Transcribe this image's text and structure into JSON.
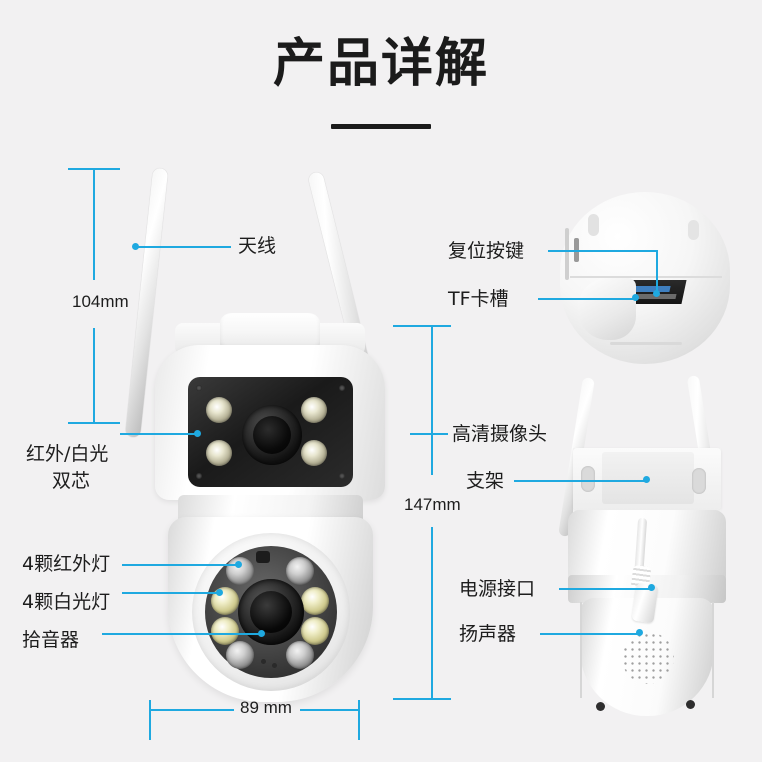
{
  "page": {
    "title": "产品详解",
    "background_color": "#f2f1f2",
    "accent_color": "#1fa9e0",
    "text_color": "#1d1d1d"
  },
  "callouts": {
    "antenna": "天线",
    "ir_white_dual_line1": "红外/白光",
    "ir_white_dual_line2": "双芯",
    "ir_lamps": "4颗红外灯",
    "white_lamps": "4颗白光灯",
    "microphone": "拾音器",
    "reset_button": "复位按键",
    "tf_card_slot": "TF卡槽",
    "hd_camera": "高清摄像头",
    "bracket": "支架",
    "power_port": "电源接口",
    "speaker": "扬声器"
  },
  "dimensions": {
    "height_antenna": "104mm",
    "height_body": "147mm",
    "width_body": "89 mm"
  }
}
